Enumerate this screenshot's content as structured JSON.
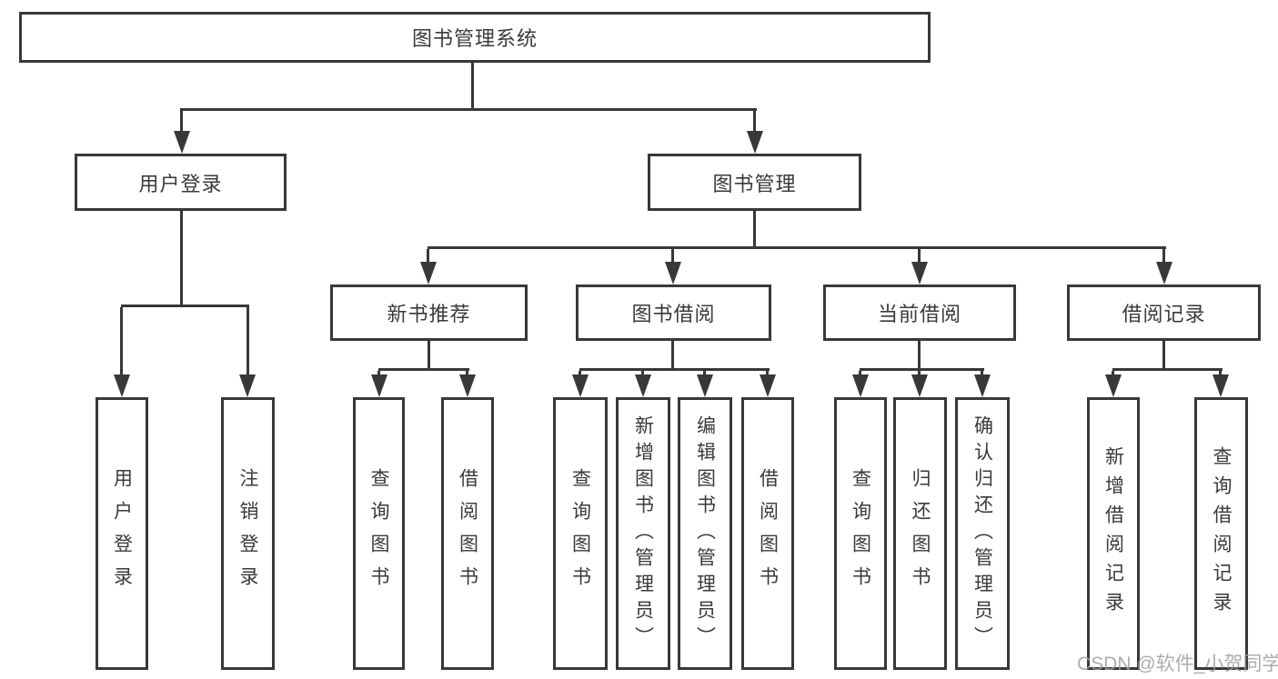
{
  "tree": {
    "root": "图书管理系统",
    "branches": [
      {
        "label": "用户登录",
        "children": [
          "用户登录",
          "注销登录"
        ]
      },
      {
        "label": "图书管理",
        "sections": [
          {
            "label": "新书推荐",
            "children": [
              "查询图书",
              "借阅图书"
            ]
          },
          {
            "label": "图书借阅",
            "children": [
              "查询图书",
              "新增图书（管理员）",
              "编辑图书（管理员）",
              "借阅图书"
            ]
          },
          {
            "label": "当前借阅",
            "children": [
              "查询图书",
              "归还图书",
              "确认归还（管理员）"
            ]
          },
          {
            "label": "借阅记录",
            "children": [
              "新增借阅记录",
              "查询借阅记录"
            ]
          }
        ]
      }
    ]
  },
  "watermark": "CSDN @软件_小贺同学",
  "colors": {
    "line": "#383838",
    "text": "#3a3a3a",
    "box_background": "#ffffff",
    "watermark": "#9e9e9e"
  }
}
